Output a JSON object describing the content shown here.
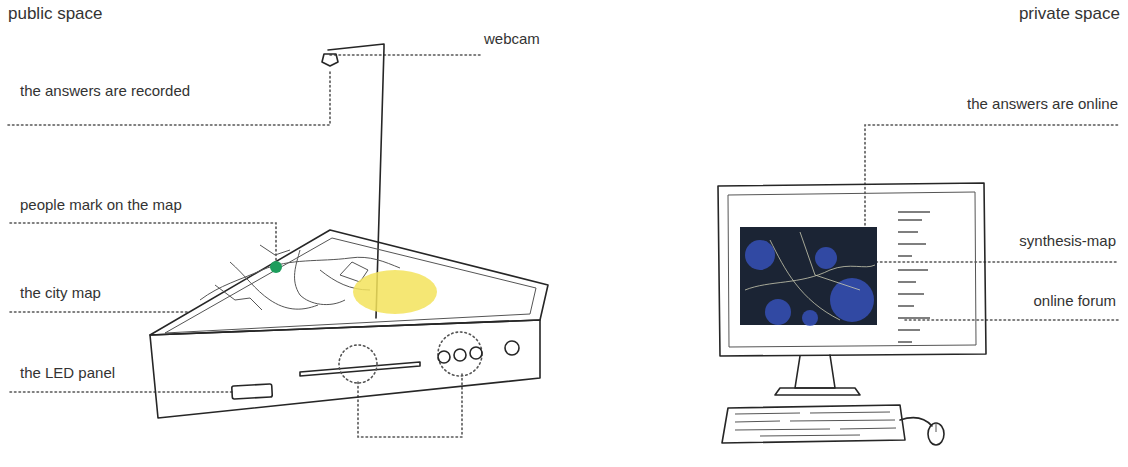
{
  "diagram": {
    "labels": [
      "public space",
      "webcam",
      "the answers are recorded",
      "people mark on the map",
      "the city map",
      "the LED panel",
      "private space",
      "the answers are online",
      "synthesis-map",
      "online forum"
    ]
  }
}
